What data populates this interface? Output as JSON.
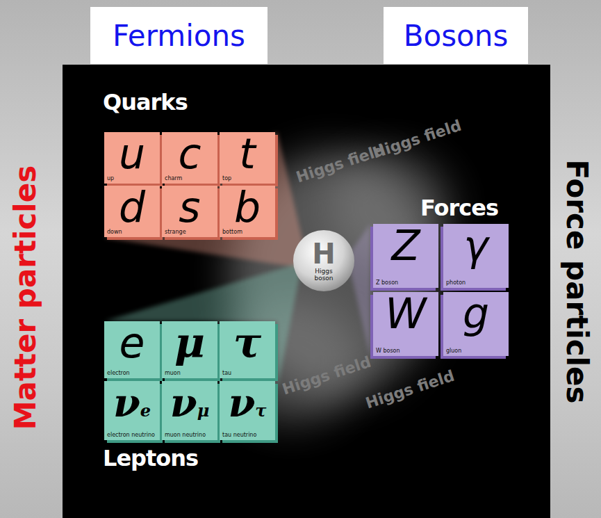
{
  "diagram": {
    "nodes": [
      {
        "text": [
          "Fermions"
        ]
      },
      {
        "text": [
          "Bosons"
        ]
      },
      {
        "text": [
          "u",
          "up"
        ]
      },
      {
        "text": [
          "c",
          "charm"
        ]
      },
      {
        "text": [
          "t",
          "top"
        ]
      },
      {
        "text": [
          "d",
          "down"
        ]
      },
      {
        "text": [
          "s",
          "strange"
        ]
      },
      {
        "text": [
          "b",
          "bottom"
        ]
      },
      {
        "text": [
          "H",
          "Higgs boson"
        ]
      },
      {
        "text": [
          "Z",
          "Z boson"
        ]
      },
      {
        "text": [
          "γ",
          "photon"
        ]
      },
      {
        "text": [
          "W",
          "W boson"
        ]
      },
      {
        "text": [
          "g",
          "gluon"
        ]
      },
      {
        "text": [
          "e",
          "electron"
        ]
      },
      {
        "text": [
          "μ",
          "muon"
        ]
      },
      {
        "text": [
          "τ",
          "tau"
        ]
      },
      {
        "text": [
          "νe",
          "electron neutrino"
        ]
      },
      {
        "text": [
          "νμ",
          "muon neutrino"
        ]
      },
      {
        "text": [
          "ντ",
          "tau neutrino"
        ]
      }
    ],
    "labels": [
      "Matter particles",
      "Force particles",
      "Quarks",
      "Forces",
      "Leptons",
      "Higgs field",
      "Higgs field",
      "Higgs field",
      "Higgs field"
    ]
  }
}
